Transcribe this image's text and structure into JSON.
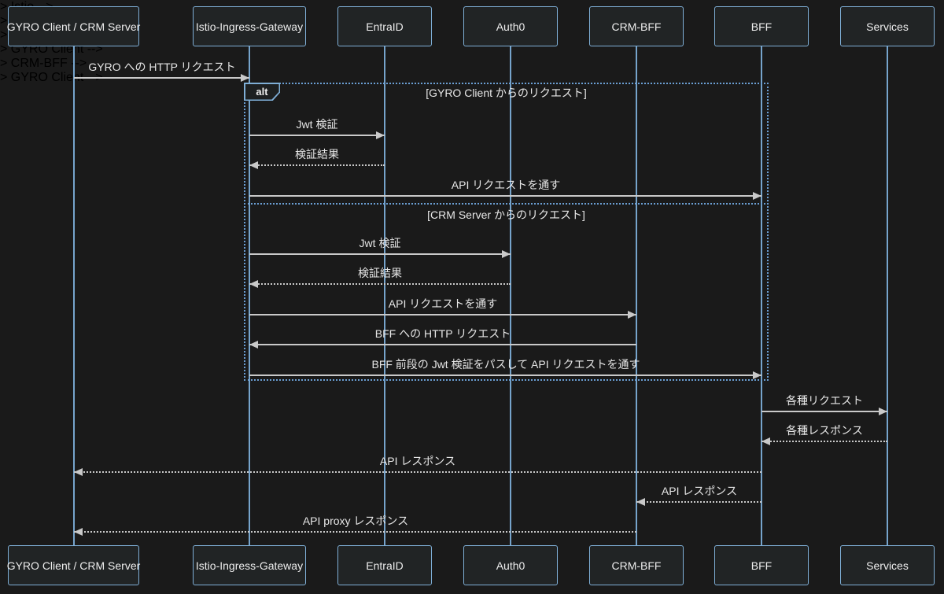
{
  "diagram": {
    "type": "sequence-diagram",
    "theme": {
      "background": "#1a1a1a",
      "actor_fill": "#212425",
      "actor_border": "#7fafd7",
      "lifeline_color": "#76a4cc",
      "fragment_border": "#6b9fd4",
      "arrow_color": "#c9c9c9",
      "text_color": "#ededed"
    },
    "participants": [
      {
        "name": "GYRO Client / CRM Server"
      },
      {
        "name": "Istio-Ingress-Gateway"
      },
      {
        "name": "EntraID"
      },
      {
        "name": "Auth0"
      },
      {
        "name": "CRM-BFF"
      },
      {
        "name": "BFF"
      },
      {
        "name": "Services"
      }
    ],
    "fragment": {
      "operator": "alt",
      "branches": [
        {
          "condition": "[GYRO Client からのリクエスト]"
        },
        {
          "condition": "[CRM Server からのリクエスト]"
        }
      ]
    },
    "messages": [
      {
        "from": "GYRO Client / CRM Server",
        "to": "Istio-Ingress-Gateway",
        "text": "GYRO への HTTP リクエスト",
        "line": "solid"
      },
      {
        "from": "Istio-Ingress-Gateway",
        "to": "EntraID",
        "text": "Jwt 検証",
        "line": "solid"
      },
      {
        "from": "EntraID",
        "to": "Istio-Ingress-Gateway",
        "text": "検証結果",
        "line": "dotted"
      },
      {
        "from": "Istio-Ingress-Gateway",
        "to": "BFF",
        "text": "API リクエストを通す",
        "line": "solid"
      },
      {
        "from": "Istio-Ingress-Gateway",
        "to": "Auth0",
        "text": "Jwt 検証",
        "line": "solid"
      },
      {
        "from": "Auth0",
        "to": "Istio-Ingress-Gateway",
        "text": "検証結果",
        "line": "dotted"
      },
      {
        "from": "Istio-Ingress-Gateway",
        "to": "CRM-BFF",
        "text": "API リクエストを通す",
        "line": "solid"
      },
      {
        "from": "CRM-BFF",
        "to": "Istio-Ingress-Gateway",
        "text": "BFF への HTTP リクエスト",
        "line": "solid"
      },
      {
        "from": "Istio-Ingress-Gateway",
        "to": "BFF",
        "text": "BFF 前段の Jwt 検証をパスして API リクエストを通す",
        "line": "solid"
      },
      {
        "from": "BFF",
        "to": "Services",
        "text": "各種リクエスト",
        "line": "solid"
      },
      {
        "from": "Services",
        "to": "BFF",
        "text": "各種レスポンス",
        "line": "dotted"
      },
      {
        "from": "BFF",
        "to": "GYRO Client / CRM Server",
        "text": "API レスポンス",
        "line": "dotted"
      },
      {
        "from": "BFF",
        "to": "CRM-BFF",
        "text": "API レスポンス",
        "line": "dotted"
      },
      {
        "from": "CRM-BFF",
        "to": "GYRO Client / CRM Server",
        "text": "API proxy レスポンス",
        "line": "dotted"
      }
    ]
  }
}
